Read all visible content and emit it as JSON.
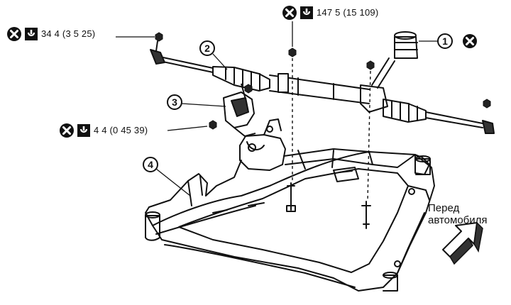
{
  "title": "",
  "callouts": [
    {
      "id": "c1",
      "number": "1"
    },
    {
      "id": "c2",
      "number": "2"
    },
    {
      "id": "c3",
      "number": "3"
    },
    {
      "id": "c4",
      "number": "4"
    }
  ],
  "torque_labels": [
    {
      "id": "t1",
      "text": "34 4 (3 5  25)"
    },
    {
      "id": "t2",
      "text": "147 5 (15  109)"
    },
    {
      "id": "t3",
      "text": "4 4 (0 45  39)"
    }
  ],
  "direction": {
    "line1": "Перед",
    "line2": "автомобиля"
  },
  "icons": {
    "no_reuse": "x-circle-icon",
    "torque": "torque-wrench-icon"
  },
  "colors": {
    "ink": "#111111",
    "paper": "#ffffff"
  }
}
